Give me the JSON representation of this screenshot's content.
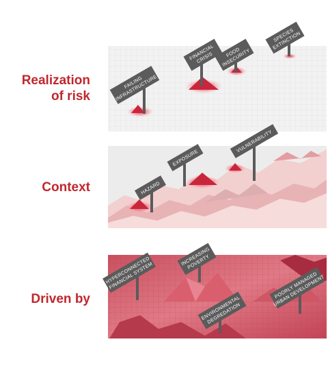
{
  "rows": {
    "realization": {
      "label_lines": [
        "Realization",
        "of risk"
      ]
    },
    "context": {
      "label_lines": [
        "Context"
      ]
    },
    "driven": {
      "label_lines": [
        "Driven by"
      ]
    }
  },
  "signs": {
    "failing_infrastructure": [
      "FAILING",
      "INFRASTRUCTURE"
    ],
    "financial_crisis": [
      "FINANCIAL",
      "CRISIS"
    ],
    "food_insecurity": [
      "FOOD",
      "INSECURITY"
    ],
    "species_extinction": [
      "SPECIES",
      "EXTINCTION"
    ],
    "hazard": [
      "HAZARD"
    ],
    "exposure": [
      "EXPOSURE"
    ],
    "vulnerability": [
      "VULNERABILITY"
    ],
    "hyperconnected_financial_system": [
      "HYPERCONNECTED",
      "FINANCIAL SYSTEM"
    ],
    "increasing_poverty": [
      "INCREASING",
      "POVERTY"
    ],
    "environmental_degradation": [
      "ENVIRONMENTAL",
      "DEGREDATION"
    ],
    "poorly_managed_urban_development": [
      "POORLY MANAGED",
      "URBAN DEVELOPMENT"
    ]
  },
  "colors": {
    "accent_red": "#c0272d",
    "sign_gray": "#5b5b5b",
    "hotspot_red": "#d42d42",
    "panel_gray": "#ededed"
  }
}
